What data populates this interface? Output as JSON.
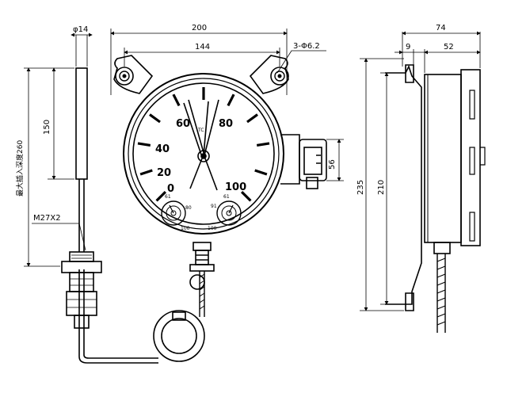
{
  "dimensions": {
    "tube_diameter": "φ14",
    "overall_width": "200",
    "hole_spacing": "144",
    "holes": "3-Φ6.2",
    "bulb_length": "150",
    "insertion_depth": "最大插入深度260",
    "thread": "M27X2",
    "junction_box": "56",
    "side_depth_total": "74",
    "side_flange": "9",
    "side_body": "52",
    "side_height_total": "235",
    "side_mount_height": "210"
  },
  "dial": {
    "scale_labels": [
      "0",
      "20",
      "40",
      "60",
      "80",
      "100"
    ],
    "subdial_left": [
      "61",
      "80",
      "100"
    ],
    "subdial_right": [
      "91",
      "61",
      "100"
    ],
    "center_mark": "TC"
  },
  "colors": {
    "line": "#000000",
    "background": "#ffffff"
  }
}
